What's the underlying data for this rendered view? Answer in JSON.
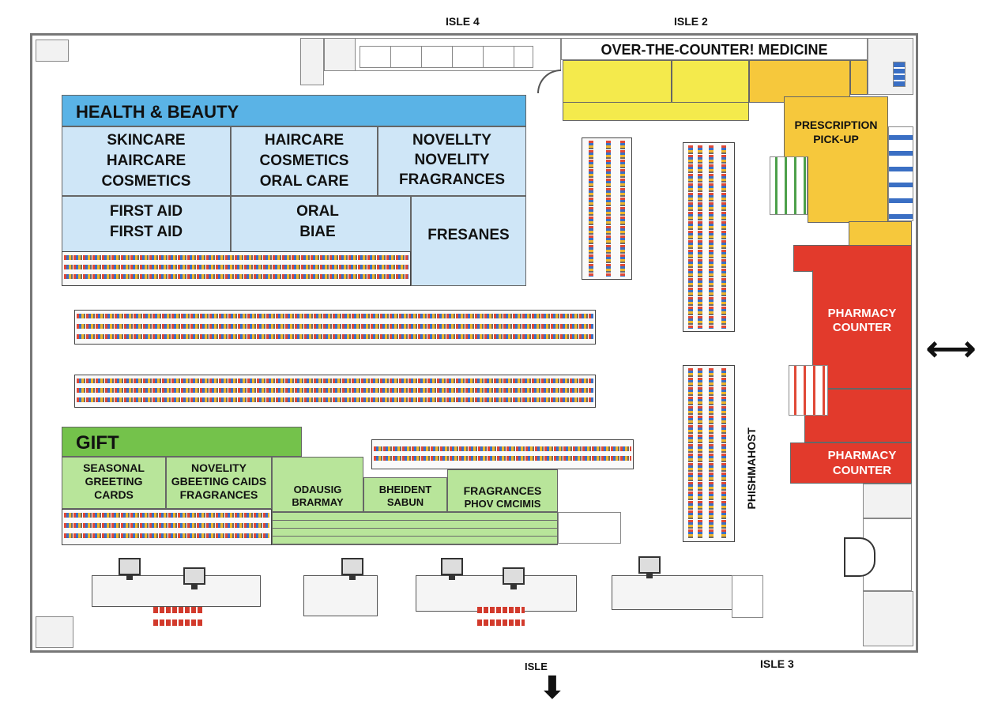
{
  "aisle_labels": {
    "top_left": "ISLE 4",
    "top_right": "ISLE 2",
    "bottom_left": "ISLE",
    "bottom_right": "ISLE 3"
  },
  "zones": {
    "otc": {
      "title": "OVER-THE-COUNTER! MEDICINE",
      "color": "#f4ea4c"
    },
    "prescription": {
      "title_line1": "PRESCRIPTION",
      "title_line2": "PICK-UP",
      "color": "#f6c83c"
    },
    "pharmacy_upper": {
      "line1": "PHARMACY",
      "line2": "COUNTER",
      "color": "#e23a2c"
    },
    "pharmacy_lower": {
      "line1": "PHARMACY",
      "line2": "COUNTER",
      "color": "#e23a2c"
    },
    "health_beauty": {
      "title": "HEALTH & BEAUTY",
      "color": "#5ab3e6",
      "cells": [
        {
          "lines": [
            "SKINCARE",
            "HAIRCARE",
            "COSMETICS"
          ]
        },
        {
          "lines": [
            "HAIRCARE",
            "COSMETICS",
            "ORAL CARE"
          ]
        },
        {
          "lines": [
            "NOVELLTY",
            "NOVELITY",
            "FRAGRANCES"
          ]
        },
        {
          "lines": [
            "FIRST AID",
            "FIRST AID"
          ]
        },
        {
          "lines": [
            "ORAL",
            "BIAE"
          ]
        },
        {
          "lines": [
            "FRESANES"
          ]
        }
      ]
    },
    "gift": {
      "title": "GIFT",
      "color": "#74c24b",
      "cells": [
        {
          "lines": [
            "SEASONAL",
            "GREETING",
            "CARDS"
          ]
        },
        {
          "lines": [
            "NOVELITY",
            "GBEETING CAIDS",
            "FRAGRANCES"
          ]
        },
        {
          "lines": [
            "ODAUSIG",
            "BRARMAY"
          ]
        },
        {
          "lines": [
            "BHEIDENT",
            "SABUN"
          ]
        },
        {
          "lines": [
            "FRAGRANCES",
            "PHOV CMCIMIS"
          ]
        }
      ]
    }
  },
  "vertical_sign": "PHISHMAHOST",
  "icons": {
    "exit_arrow_right": "double-arrow-icon",
    "exit_arrow_down": "down-arrow-icon"
  }
}
